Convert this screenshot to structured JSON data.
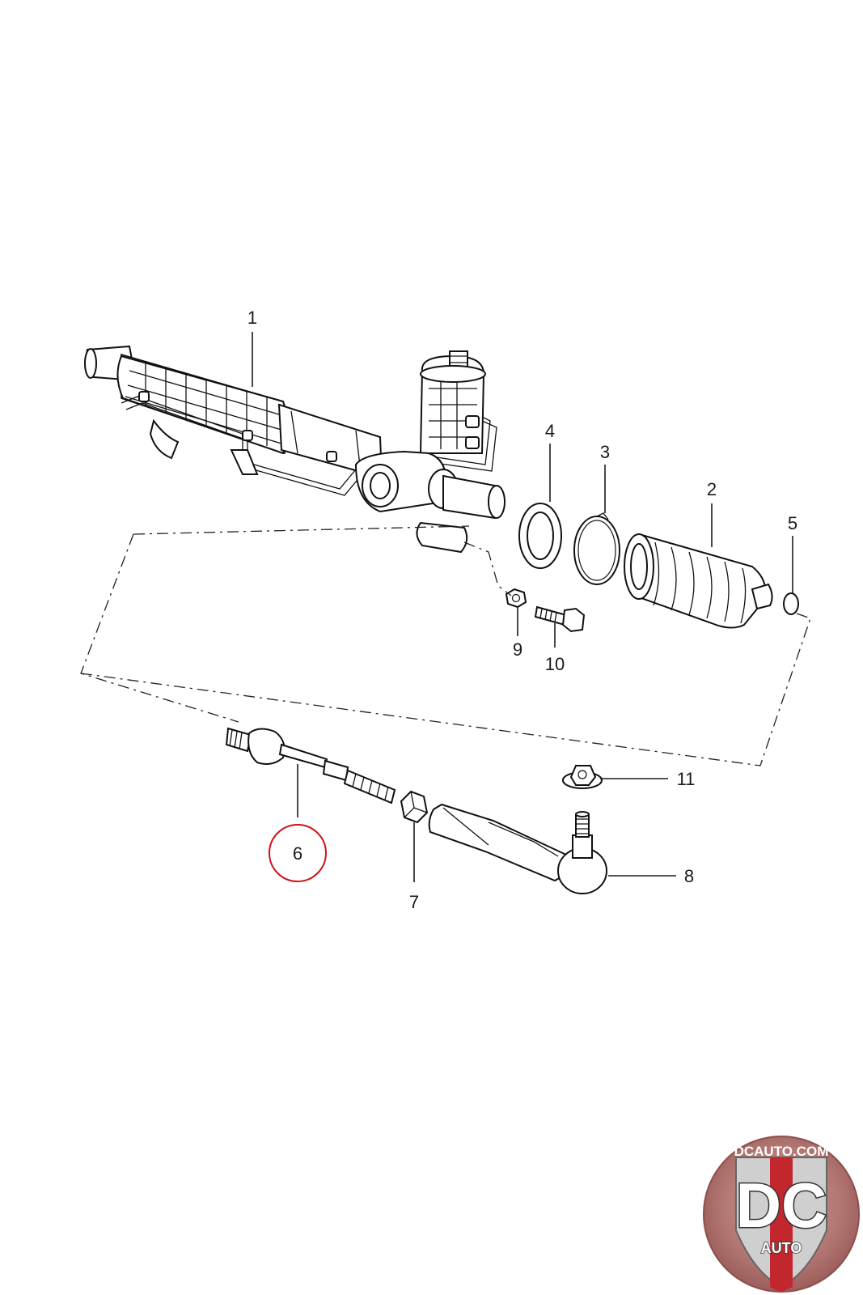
{
  "callouts": {
    "c1": "1",
    "c2": "2",
    "c3": "3",
    "c4": "4",
    "c5": "5",
    "c6": "6",
    "c7": "7",
    "c8": "8",
    "c9": "9",
    "c10": "10",
    "c11": "11"
  },
  "highlight": {
    "part": "6",
    "color": "#d0111b"
  },
  "logo": {
    "top_text": "DCAUTO.COM",
    "mark": "DC",
    "bottom_text": "AUTO"
  }
}
